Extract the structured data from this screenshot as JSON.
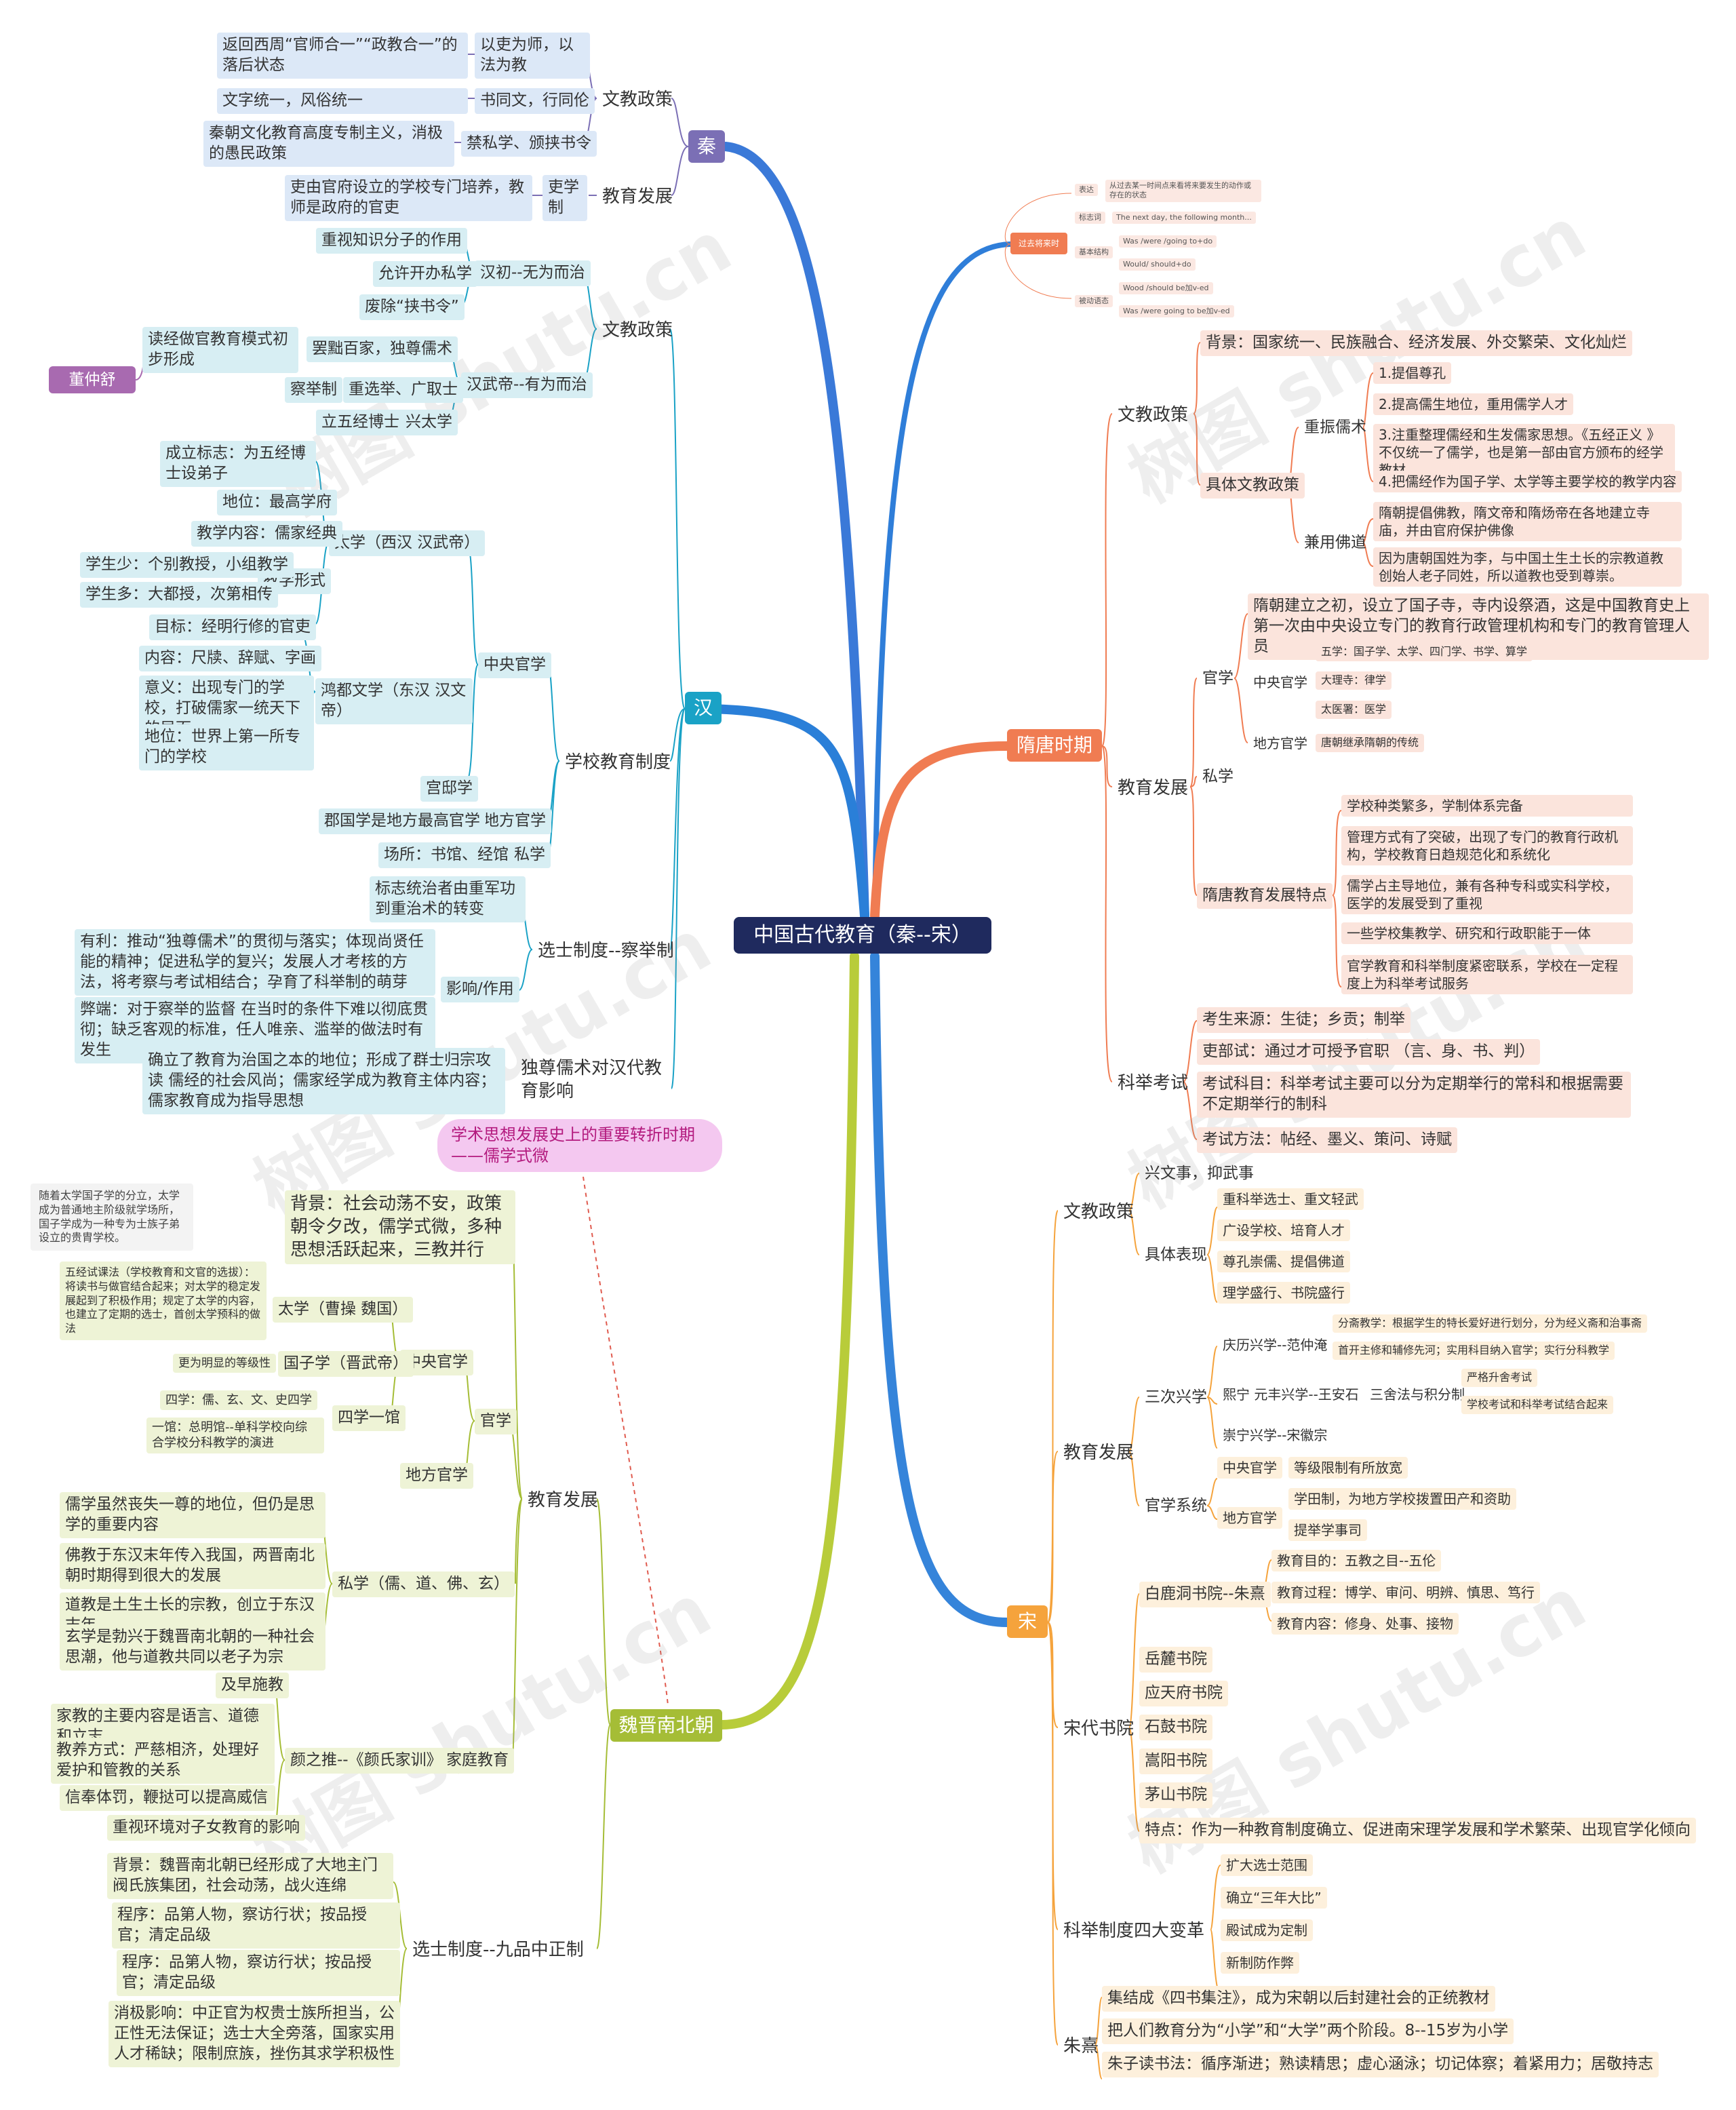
{
  "root": "中国古代教育（秦--宋）",
  "watermark": "树图 shutu.cn",
  "colors": {
    "qin": "#7b6fb5",
    "han": "#1aa2c6",
    "wei": "#a5bd36",
    "suitang": "#f07c52",
    "song": "#f5a33c",
    "dongzhongshu": "#a86ab0",
    "root": "#1f2a5e",
    "callout_bg": "#f4c8f0",
    "callout_text": "#b31a7e"
  },
  "qin": {
    "label": "秦",
    "wenjiao": {
      "label": "文教政策",
      "i1": "以吏为师，以法为教",
      "i1d": "返回西周“官师合一”“政教合一”的落后状态",
      "i2": "书同文，行同伦",
      "i2d": "文字统一，风俗统一",
      "i3": "禁私学、颁挟书令",
      "i3d": "秦朝文化教育高度专制主义，消极的愚民政策"
    },
    "jiaoyu": {
      "label": "教育发展",
      "i1": "吏学制",
      "i1d": "吏由官府设立的学校专门培养，教师是政府的官吏"
    }
  },
  "han": {
    "label": "汉",
    "wenjiao": {
      "label": "文教政策",
      "early": "汉初--无为而治",
      "e1": "重视知识分子的作用",
      "e2": "允许开办私学",
      "e3": "废除“挟书令”",
      "wudi": "汉武帝--有为而治",
      "w1": "罢黜百家，独尊儒术",
      "w1d": "读经做官教育模式初步形成",
      "dong": "董仲舒",
      "w2": "重选举、广取士",
      "w2d": "察举制",
      "w3": "兴太学",
      "w3d": "立五经博士"
    },
    "xuexiao": {
      "label": "学校教育制度",
      "zhongyang": "中央官学",
      "taixue": "太学（西汉 汉武帝）",
      "t1": "成立标志：为五经博士设弟子",
      "t2": "地位：最高学府",
      "t3": "教学内容：儒家经典",
      "t4": "教学形式",
      "t4a": "学生少：个别教授，小组教学",
      "t4b": "学生多：大都授，次第相传",
      "t5": "目标：经明行修的官吏",
      "hongdu": "鸿都文学（东汉 汉文帝）",
      "h1": "内容：尺牍、辞赋、字画",
      "h2": "意义：出现专门的学校，打破儒家一统天下的局面",
      "h3": "地位：世界上第一所专门的学校",
      "gongdi": "宫邸学",
      "difang": "地方官学",
      "d1": "郡国学是地方最高官学",
      "sixue": "私学",
      "s1": "场所：书馆、经馆"
    },
    "xuanju": {
      "label": "选士制度--察举制",
      "x1": "标志统治者由重军功到重治术的转变",
      "yx": "影响/作用",
      "yx1": "有利：推动“独尊儒术”的贯彻与落实；体现尚贤任能的精神；促进私学的复兴；发展人才考核的方法，将考察与考试相结合；孕育了科举制的萌芽",
      "yx2": "弊端：对于察举的监督 在当时的条件下难以彻底贯彻；缺乏客观的标准，任人唯亲、滥举的做法时有发生"
    },
    "dusun": {
      "label": "独尊儒术对汉代教育影响",
      "d": "确立了教育为治国之本的地位；形成了群士归宗攻读 儒经的社会风尚；儒家经学成为教育主体内容；儒家教育成为指导思想"
    }
  },
  "callout": "学术思想发展史上的重要转折时期——儒学式微",
  "wei": {
    "label": "魏晋南北朝",
    "jiaoyu": {
      "label": "教育发展",
      "bg": "背景：社会动荡不安，政策朝令夕改，儒学式微，多种思想活跃起来，三教并行",
      "guanxue": "官学",
      "zhongyang": "中央官学",
      "taixue": "太学（曹操 魏国）",
      "tnote": "随着太学国子学的分立，太学成为普通地主阶级就学场所，国子学成为一种专为士族子弟设立的贵胄学校。",
      "t1": "五经试课法（学校教育和文官的选拔）：将读书与做官结合起来；对太学的稳定发展起到了积极作用；规定了太学的内容，也建立了定期的选士，首创太学预科的做法",
      "guozi": "国子学（晋武帝）",
      "g1": "更为明显的等级性",
      "siguan": "四学一馆",
      "sg1": "四学：儒、玄、文、史四学",
      "sg2": "一馆：总明馆--单科学校向综合学校分科教学的演进",
      "difang": "地方官学",
      "sixue": "私学（儒、道、佛、玄）",
      "s1": "儒学虽然丧失一尊的地位，但仍是思学的重要内容",
      "s2": "佛教于东汉末年传入我国，两晋南北朝时期得到很大的发展",
      "s3": "道教是土生土长的宗教，创立于东汉末年",
      "s4": "玄学是勃兴于魏晋南北朝的一种社会思潮，他与道教共同以老子为宗",
      "jiating": "家庭教育",
      "yan": "颜之推--《颜氏家训》",
      "j1": "及早施教",
      "j2": "家教的主要内容是语言、道德和立志",
      "j3": "教养方式：严慈相济，处理好爱护和管教的关系",
      "j4": "信奉体罚，鞭挞可以提高威信",
      "j5": "重视环境对子女教育的影响"
    },
    "xuanshi": {
      "label": "选士制度--九品中正制",
      "x1": "背景：魏晋南北朝已经形成了大地主门阀氏族集团，社会动荡，战火连绵",
      "x2": "程序：品第人物，察访行状；按品授官；清定品级",
      "x3": "程序：品第人物，察访行状；按品授官；清定品级",
      "x4": "消极影响：中正官为权贵士族所担当，公正性无法保证；选士大全旁落，国家实用人才稀缺；限制庶族，挫伤其求学积极性"
    }
  },
  "grammar": {
    "label": "过去将来时",
    "g1": "表达",
    "g1d": "从过去某一时间点来看将来要发生的动作或存在的状态",
    "g2": "标志词",
    "g2d": "The next day,   the following month...",
    "g3": "基本结构",
    "g3a": "Was /were /going to+do",
    "g3b": "Would/ should+do",
    "g4": "被动语态",
    "g4a": "Wood /should be加v-ed",
    "g4b": "Was /were going to be加v-ed"
  },
  "suitang": {
    "label": "隋唐时期",
    "wenjiao": {
      "label": "文教政策",
      "bg": "背景：国家统一、民族融合、经济发展、外交繁荣、文化灿烂",
      "juti": "具体文教政策",
      "zr": "重振儒术",
      "zr1": "1.提倡尊孔",
      "zr2": "2.提高儒生地位，重用儒学人才",
      "zr3": "3.注重整理儒经和生发儒家思想。《五经正义 》不仅统一了儒学，也是第一部由官方颁布的经学教材。",
      "zr4": "4.把儒经作为国子学、太学等主要学校的教学内容",
      "jy": "兼用佛道",
      "jy1": "隋朝提倡佛教，隋文帝和隋炀帝在各地建立寺庙，并由官府保护佛像",
      "jy2": "因为唐朝国姓为李，与中国土生土长的宗教道教创始人老子同姓，所以道教也受到尊崇。"
    },
    "jiaoyu": {
      "label": "教育发展",
      "guanxue": "官学",
      "gx0": "隋朝建立之初，设立了国子寺，寺内设祭酒，这是中国教育史上第一次由中央设立专门的教育行政管理机构和专门的教育管理人员",
      "zy": "中央官学",
      "zy1": "五学：国子学、太学、四门学、书学、算学",
      "zy2": "大理寺：律学",
      "zy3": "太医署：医学",
      "df": "地方官学",
      "df1": "唐朝继承隋朝的传统",
      "sixue": "私学",
      "td": "隋唐教育发展特点",
      "td1": "学校种类繁多，学制体系完备",
      "td2": "管理方式有了突破，出现了专门的教育行政机构，学校教育日趋规范化和系统化",
      "td3": "儒学占主导地位，兼有各种专科或实科学校，医学的发展受到了重视",
      "td4": "一些学校集教学、研究和行政职能于一体",
      "td5": "官学教育和科举制度紧密联系，学校在一定程度上为科举考试服务"
    },
    "keju": {
      "label": "科举考试",
      "k1": "考生来源：生徒；乡贡；制举",
      "k2": "吏部试：通过才可授予官职 （言、身、书、判）",
      "k3": "考试科目：科举考试主要可以分为定期举行的常科和根据需要不定期举行的制科",
      "k4": "考试方法：帖经、墨义、策问、诗赋"
    }
  },
  "song": {
    "label": "宋",
    "wenjiao": {
      "label": "文教政策",
      "w1": "兴文事，抑武事",
      "jt": "具体表现",
      "j1": "重科举选士、重文轻武",
      "j2": "广设学校、培育人才",
      "j3": "尊孔崇儒、提倡佛道",
      "j4": "理学盛行、书院盛行"
    },
    "jiaoyu": {
      "label": "教育发展",
      "sanci": "三次兴学",
      "qingli": "庆历兴学--范仲淹",
      "q1": "分斋教学：根据学生的特长爱好进行划分，分为经义斋和治事斋",
      "q2": "首开主修和辅修先河；实用科目纳入官学；实行分科教学",
      "xining": "熙宁 元丰兴学--王安石",
      "sanshe": "三舍法与积分制",
      "s1": "严格升舍考试",
      "s2": "学校考试和科举考试结合起来",
      "chongning": "崇宁兴学--宋徽宗",
      "xitong": "官学系统",
      "zy": "中央官学",
      "zy1": "等级限制有所放宽",
      "df": "地方官学",
      "df1": "学田制，为地方学校拨置田产和资助",
      "df2": "提举学事司"
    },
    "shuyuan": {
      "label": "宋代书院",
      "bl": "白鹿洞书院--朱熹",
      "b1": "教育目的：五教之目--五伦",
      "b2": "教育过程：博学、审问、明辨、慎思、笃行",
      "b3": "教育内容：修身、处事、接物",
      "yl": "岳麓书院",
      "yt": "应天府书院",
      "sg": "石鼓书院",
      "sy": "嵩阳书院",
      "ms": "茅山书院",
      "td": "特点：作为一种教育制度确立、促进南宋理学发展和学术繁荣、出现官学化倾向"
    },
    "keju": {
      "label": "科举制度四大变革",
      "k1": "扩大选士范围",
      "k2": "确立“三年大比”",
      "k3": "殿试成为定制",
      "k4": "新制防作弊"
    },
    "zhuxi": {
      "label": "朱熹",
      "z1": "集结成《四书集注》，成为宋朝以后封建社会的正统教材",
      "z2": "把人们教育分为“小学”和“大学”两个阶段。8--15岁为小学",
      "z3": "朱子读书法：循序渐进；熟读精思；虚心涵泳；切记体察；着紧用力；居敬持志"
    }
  }
}
